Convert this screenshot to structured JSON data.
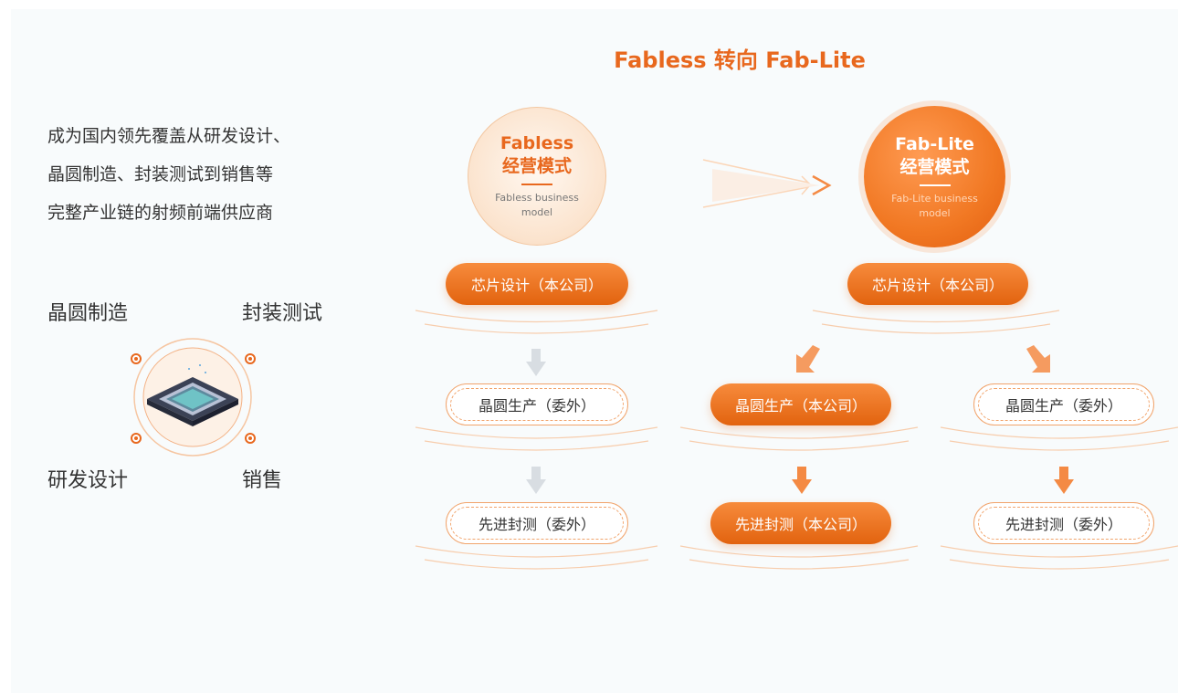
{
  "title": "Fabless 转向 Fab-Lite",
  "description": {
    "lines": [
      "成为国内领先覆盖从研发设计、",
      "晶圆制造、封装测试到销售等",
      "完整产业链的射频前端供应商"
    ]
  },
  "chain": {
    "top_left": "晶圆制造",
    "top_right": "封装测试",
    "bottom_left": "研发设计",
    "bottom_right": "销售"
  },
  "fabless": {
    "title_line1": "Fabless",
    "title_line2": "经营模式",
    "subtitle": "Fabless business model"
  },
  "fablite": {
    "title_line1": "Fab-Lite",
    "title_line2": "经营模式",
    "subtitle": "Fab-Lite business model"
  },
  "steps": {
    "fabless_design": "芯片设计（本公司）",
    "fabless_wafer": "晶圆生产（委外）",
    "fabless_packaging": "先进封测（委外）",
    "fablite_design": "芯片设计（本公司）",
    "fablite_wafer_own": "晶圆生产（本公司）",
    "fablite_packaging_own": "先进封测（本公司）",
    "fablite_wafer_out": "晶圆生产（委外）",
    "fablite_packaging_out": "先进封测（委外）"
  },
  "colors": {
    "accent": "#e8681e",
    "accent_light": "#f7a76e",
    "text": "#333333",
    "background": "#f8fbfc"
  }
}
